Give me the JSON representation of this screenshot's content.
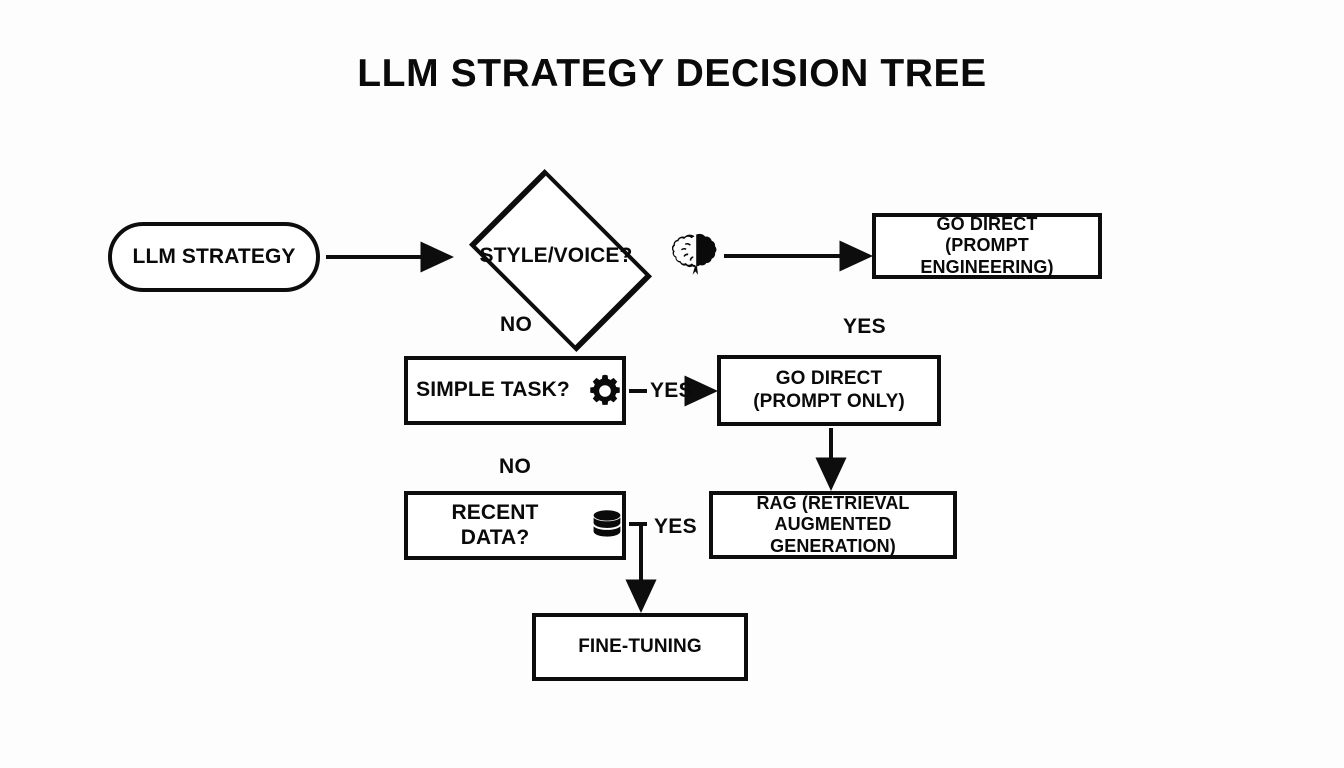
{
  "title": "LLM STRATEGY DECISION TREE",
  "colors": {
    "background": "#fdfdfd",
    "stroke": "#0d0d0d",
    "text": "#0a0a0a",
    "node_fill": "#ffffff"
  },
  "nodes": {
    "start": {
      "label": "LLM STRATEGY",
      "shape": "pill"
    },
    "decision_style": {
      "label": "STYLE/VOICE?",
      "shape": "diamond",
      "icon": "brain-icon"
    },
    "go_direct_prompt_engineering": {
      "label": "GO DIRECT\n(PROMPT ENGINEERING)",
      "shape": "rect"
    },
    "simple_task": {
      "label": "SIMPLE TASK?",
      "shape": "rect",
      "icon": "gear-icon"
    },
    "go_direct_prompt_only": {
      "label": "GO DIRECT\n(PROMPT ONLY)",
      "shape": "rect"
    },
    "recent_data": {
      "label": "RECENT DATA?",
      "shape": "rect",
      "icon": "database-icon"
    },
    "rag": {
      "label": "RAG (RETRIEVAL\nAUGMENTED GENERATION)",
      "shape": "rect"
    },
    "fine_tuning": {
      "label": "FINE-TUNING",
      "shape": "rect"
    }
  },
  "edge_labels": {
    "style_no": "NO",
    "style_yes": "YES",
    "simple_yes": "YES",
    "simple_no": "NO",
    "recent_yes": "YES"
  },
  "chart_data": {
    "type": "diagram",
    "diagram_type": "flowchart",
    "title": "LLM STRATEGY DECISION TREE",
    "orientation": "top-down",
    "nodes": [
      {
        "id": "start",
        "text": "LLM STRATEGY",
        "shape": "pill"
      },
      {
        "id": "decision_style",
        "text": "STYLE/VOICE?",
        "shape": "diamond",
        "icon": "brain"
      },
      {
        "id": "go_direct_pe",
        "text": "GO DIRECT (PROMPT ENGINEERING)",
        "shape": "rectangle"
      },
      {
        "id": "simple_task",
        "text": "SIMPLE TASK?",
        "shape": "rectangle",
        "icon": "gear"
      },
      {
        "id": "go_direct_po",
        "text": "GO DIRECT (PROMPT ONLY)",
        "shape": "rectangle"
      },
      {
        "id": "recent_data",
        "text": "RECENT DATA?",
        "shape": "rectangle",
        "icon": "database"
      },
      {
        "id": "rag",
        "text": "RAG (RETRIEVAL AUGMENTED GENERATION)",
        "shape": "rectangle"
      },
      {
        "id": "fine_tuning",
        "text": "FINE-TUNING",
        "shape": "rectangle"
      }
    ],
    "edges": [
      {
        "from": "start",
        "to": "decision_style",
        "label": ""
      },
      {
        "from": "decision_style",
        "to": "go_direct_pe",
        "label": "YES"
      },
      {
        "from": "decision_style",
        "to": "simple_task",
        "label": "NO"
      },
      {
        "from": "simple_task",
        "to": "go_direct_po",
        "label": "YES"
      },
      {
        "from": "simple_task",
        "to": "recent_data",
        "label": "NO"
      },
      {
        "from": "go_direct_po",
        "to": "rag",
        "label": ""
      },
      {
        "from": "recent_data",
        "to": "fine_tuning",
        "label": "YES"
      }
    ]
  }
}
